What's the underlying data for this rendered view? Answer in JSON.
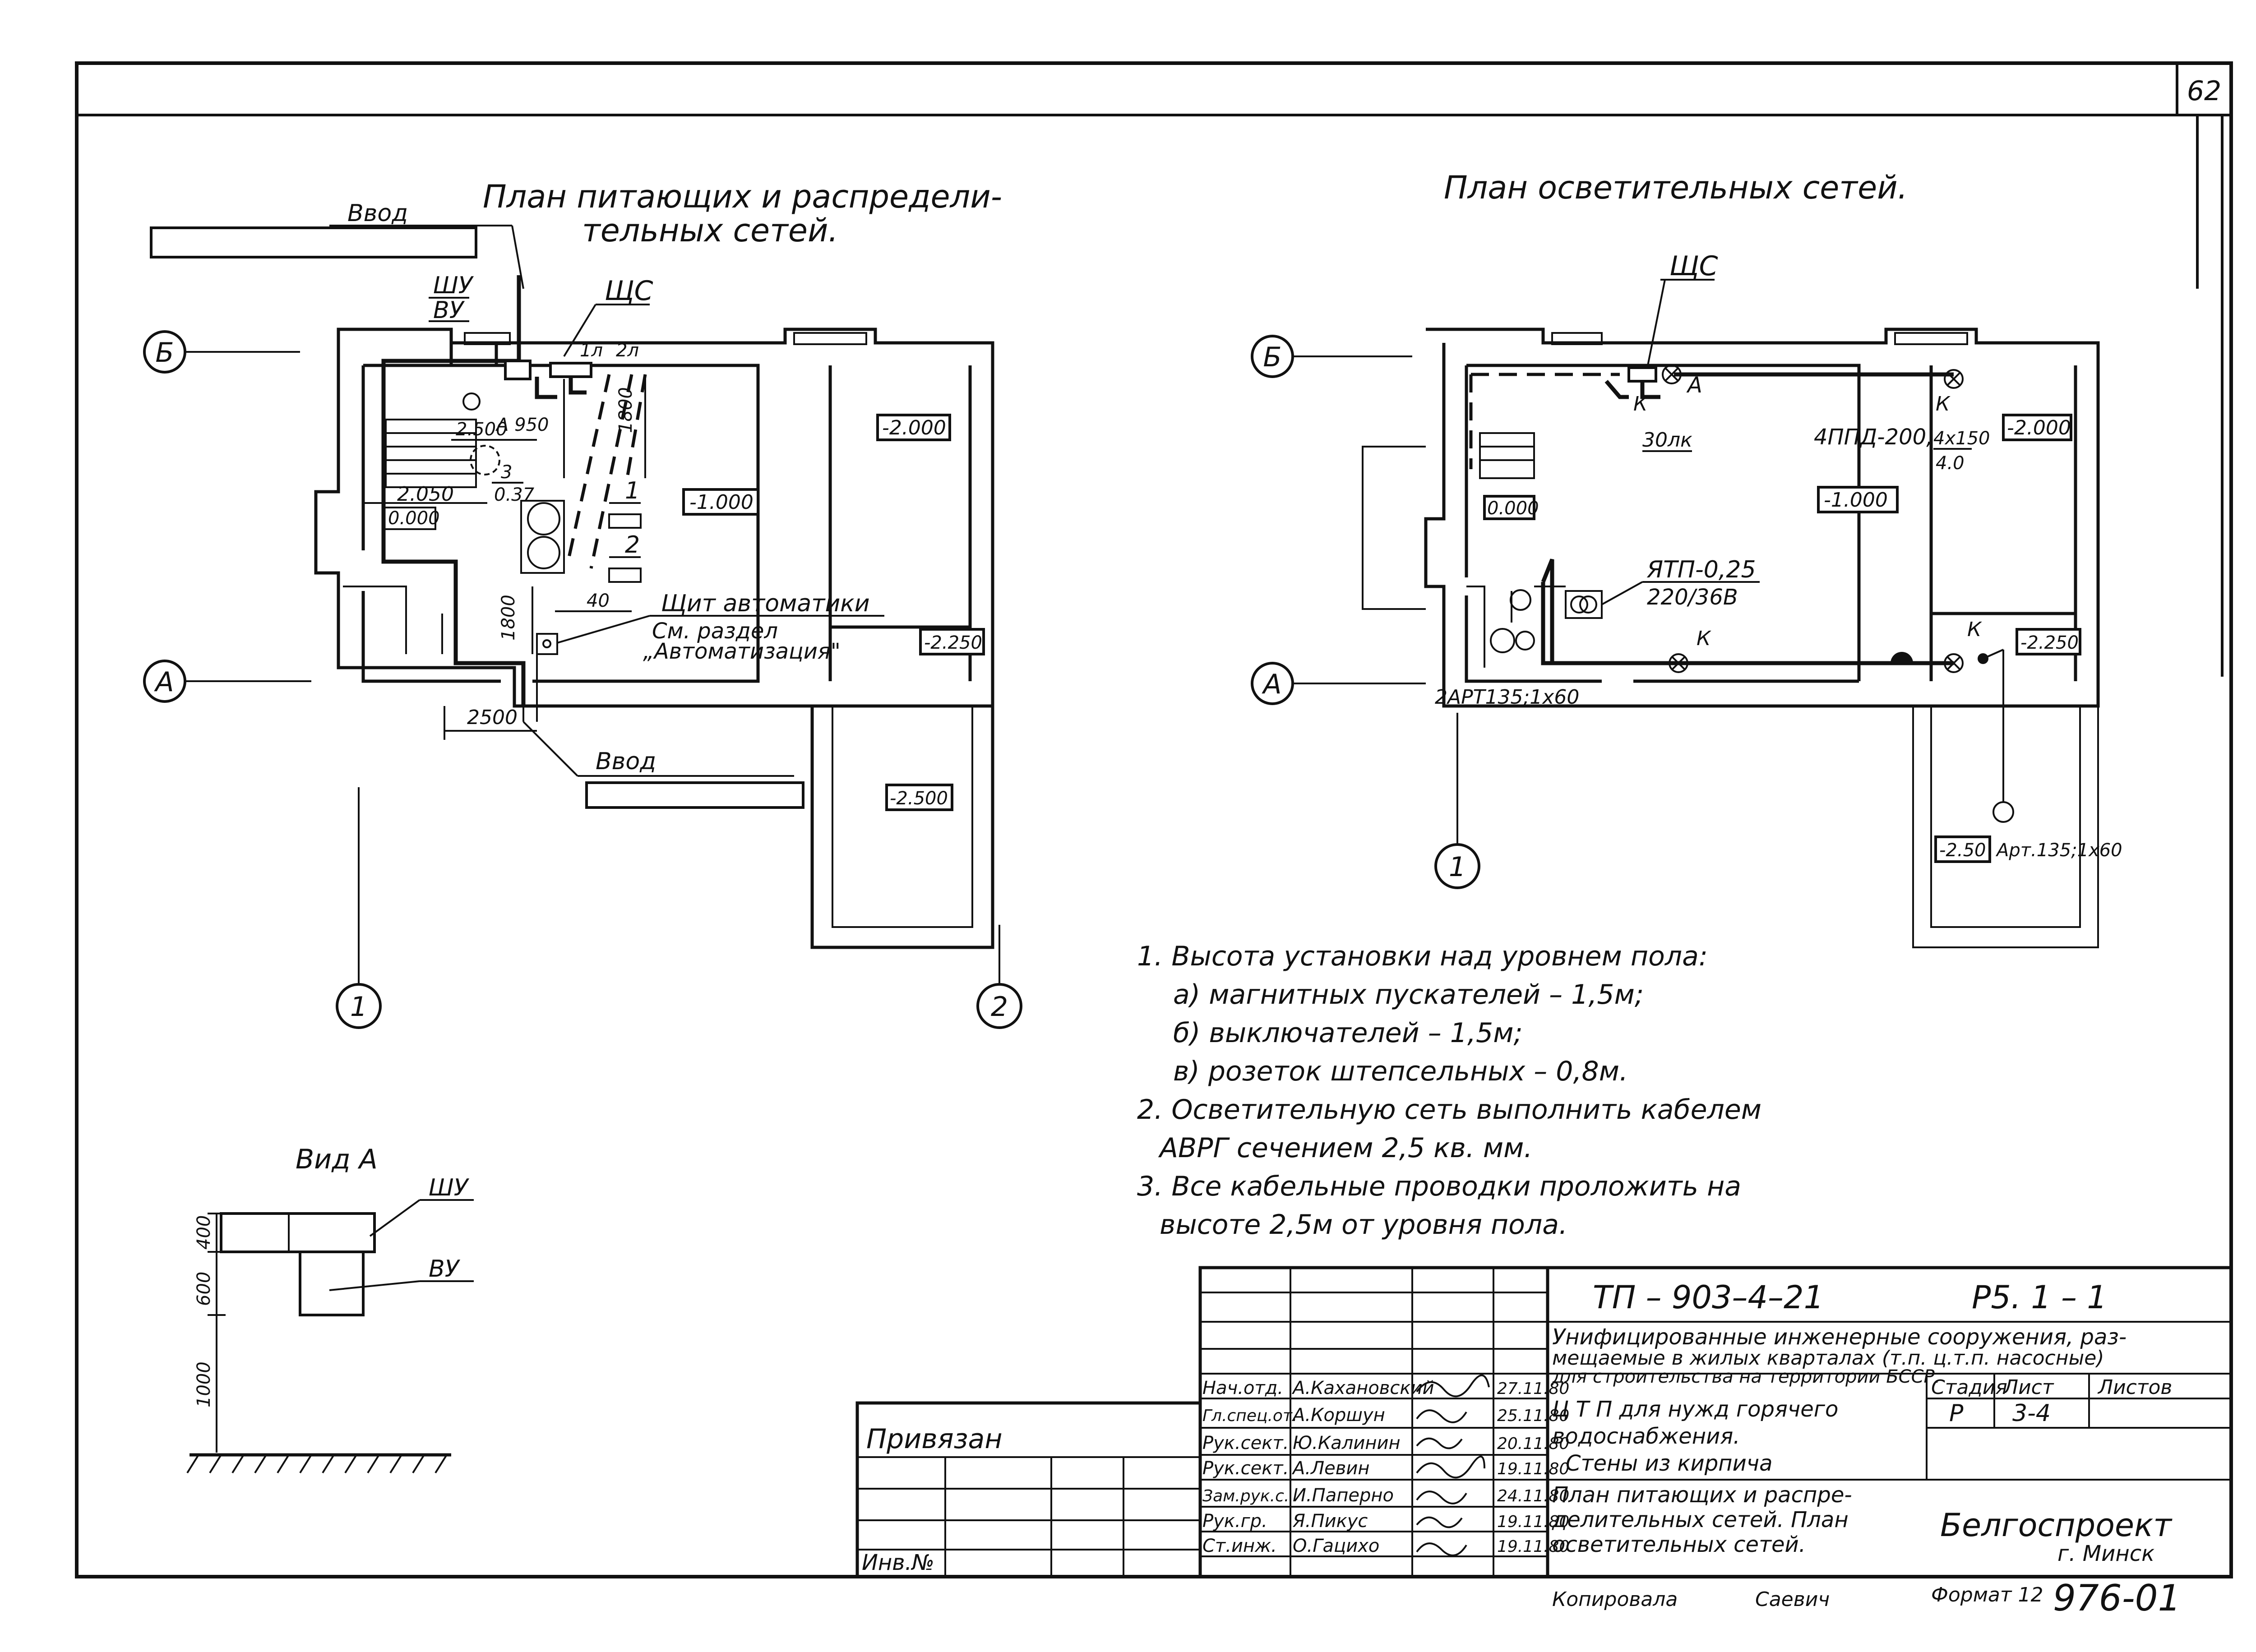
{
  "sheet": {
    "number": "62"
  },
  "feed_plan": {
    "title_line1": "План питающих и распредели-",
    "title_line2": "тельных сетей.",
    "input_top": "Ввод",
    "input_bottom": "Ввод",
    "shu": "ШУ",
    "vu": "ВУ",
    "shs": "ЩС",
    "line_1l": "1л",
    "line_2l": "2л",
    "axis_b": "Б",
    "axis_a": "А",
    "axis_1": "1",
    "axis_2": "2",
    "dim_2500_top": "2.500",
    "dim_a950": "А 950",
    "dim_1800_top": "1800",
    "dim_2050": "2.050",
    "level_0000": "0.000",
    "frac_num": "3",
    "frac_den": "0.37",
    "pump_1": "1",
    "pump_2": "2",
    "level_m1000": "-1.000",
    "level_m2000": "-2.000",
    "level_m2250": "-2.250",
    "level_m2500": "-2.500",
    "dim_40": "40",
    "dim_1800_bottom": "1800",
    "dim_2500_bottom": "2500",
    "automation_panel": "Щит автоматики",
    "see_section": "См. раздел",
    "automation_section": "„Автоматизация\""
  },
  "light_plan": {
    "title": "План осветительных сетей.",
    "shs": "ЩС",
    "axis_b": "Б",
    "axis_a": "А",
    "axis_1": "1",
    "mark_a": "А",
    "mark_k1": "К",
    "mark_k2": "К",
    "mark_k3": "К",
    "mark_k4": "К",
    "lux": "30лк",
    "fixture": "4ППД-200,",
    "fixture_frac_num": "4x150",
    "fixture_frac_den": "4.0",
    "level_m2000": "-2.000",
    "level_0000": "0.000",
    "level_m1000": "-1.000",
    "transformer_name": "ЯТП-0,25",
    "transformer_voltage": "220/36В",
    "level_m2250": "-2.250",
    "art_left": "2АРТ135;1x60",
    "level_m250": "-2.50",
    "art_right": "Арт.135;1x60"
  },
  "notes": [
    "1. Высота установки над уровнем пола:",
    "а) магнитных пускателей – 1,5м;",
    "б) выключателей – 1,5м;",
    "в) розеток штепсельных – 0,8м.",
    "2. Осветительную сеть выполнить кабелем",
    "АВРГ сечением 2,5 кв. мм.",
    "3. Все кабельные проводки проложить на",
    "высоте 2,5м от уровня пола."
  ],
  "view_a": {
    "title": "Вид А",
    "shu": "ШУ",
    "vu": "ВУ",
    "dim_400": "400",
    "dim_600": "600",
    "dim_1000": "1000"
  },
  "title_block": {
    "project_code": "ТП – 903–4–21",
    "sheet_code": "Р5. 1 – 1",
    "description": [
      "Унифицированные инженерные сооружения, раз-",
      "мещаемые в жилых кварталах (т.п. ц.т.п. насосные)",
      "для строительства на территории БССР."
    ],
    "object_name": [
      "Ц Т П для нужд горячего",
      "водоснабжения.",
      "Стены из кирпича"
    ],
    "drawing_name": [
      "План питающих и распре-",
      "делительных сетей. План",
      "осветительных сетей."
    ],
    "stage_header": "Стадия",
    "sheet_header": "Лист",
    "sheets_header": "Листов",
    "stage_value": "Р",
    "sheet_value": "3-4",
    "organization": "Белгоспроект",
    "city": "г. Минск",
    "staff": [
      {
        "role": "Нач.отд.",
        "name": "А.Кахановский",
        "date": "27.11.80"
      },
      {
        "role": "Гл.спец.от.",
        "name": "А.Коршун",
        "date": "25.11.80"
      },
      {
        "role": "Рук.сект.",
        "name": "Ю.Калинин",
        "date": "20.11.80"
      },
      {
        "role": "Рук.сект.",
        "name": "А.Левин",
        "date": "19.11.80"
      },
      {
        "role": "Зам.рук.с.",
        "name": "И.Паперно",
        "date": "24.11.80"
      },
      {
        "role": "Рук.гр.",
        "name": "Я.Пикус",
        "date": "19.11.80"
      },
      {
        "role": "Ст.инж.",
        "name": "О.Гацихо",
        "date": "19.11.80"
      }
    ],
    "copied_by_label": "Копировала",
    "copied_by_name": "Саевич",
    "format_label": "Формат 12",
    "inventory_number": "976-01",
    "linked": "Привязан",
    "inv_label": "Инв.№"
  }
}
